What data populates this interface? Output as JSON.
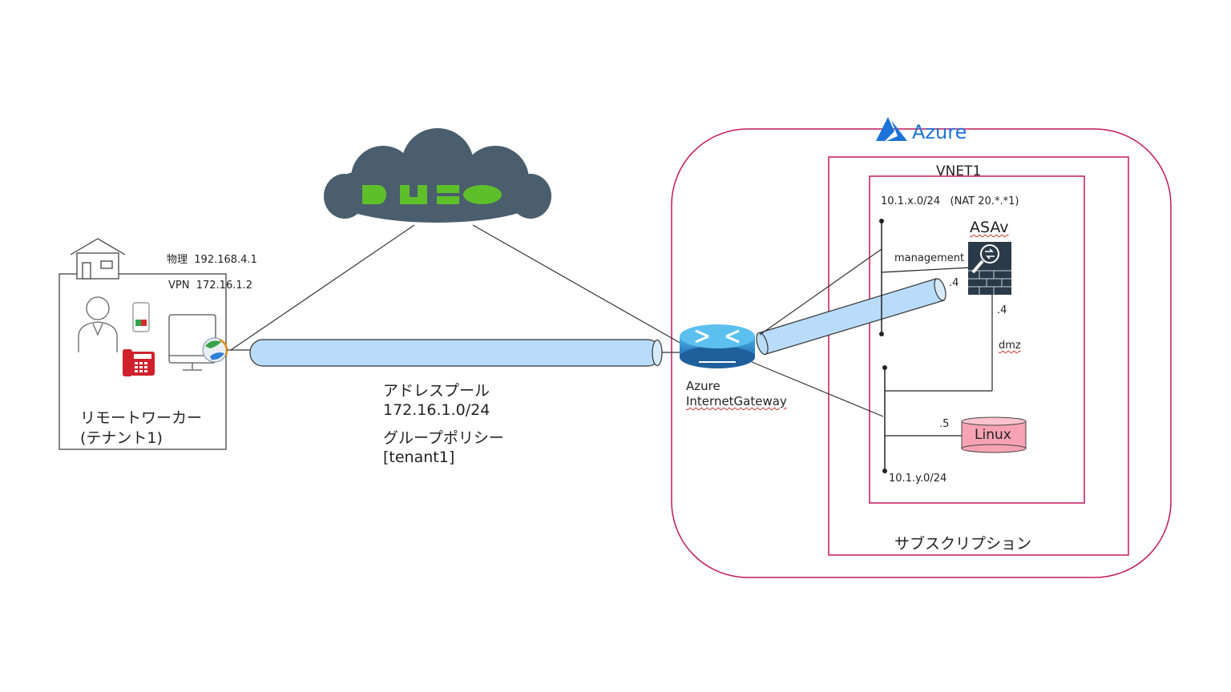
{
  "azure": {
    "logo_text": "Azure",
    "brand_color": "#1e73d8"
  },
  "duo": {
    "logo_text": "DUO",
    "cloud_color": "#4a5e6d",
    "logo_color": "#5fbf2a"
  },
  "remote": {
    "phys_label": "物理",
    "phys_ip": "192.168.4.1",
    "vpn_label": "VPN",
    "vpn_ip": "172.16.1.2",
    "caption_line1": "リモートワーカー",
    "caption_line2": "(テナント1)"
  },
  "tunnel": {
    "pool_label": "アドレスプール",
    "pool_value": "172.16.1.0/24",
    "policy_label": "グループポリシー",
    "policy_value": "[tenant1]",
    "color": "#b9dcfa"
  },
  "gateway": {
    "line1": "Azure",
    "line2": "InternetGateway"
  },
  "vnet": {
    "title": "VNET1",
    "subnet_top": "10.1.x.0/24",
    "nat": "(NAT 20.*.*1)",
    "subnet_bottom": "10.1.y.0/24",
    "subscription": "サブスクリプション",
    "border_color": "#c2185b"
  },
  "asav": {
    "name": "ASAv",
    "management": "management",
    "mgmt_host": ".4",
    "dmz_host": ".4",
    "dmz": "dmz"
  },
  "linux": {
    "label": "Linux",
    "host": ".5",
    "color": "#f7a3b4"
  }
}
